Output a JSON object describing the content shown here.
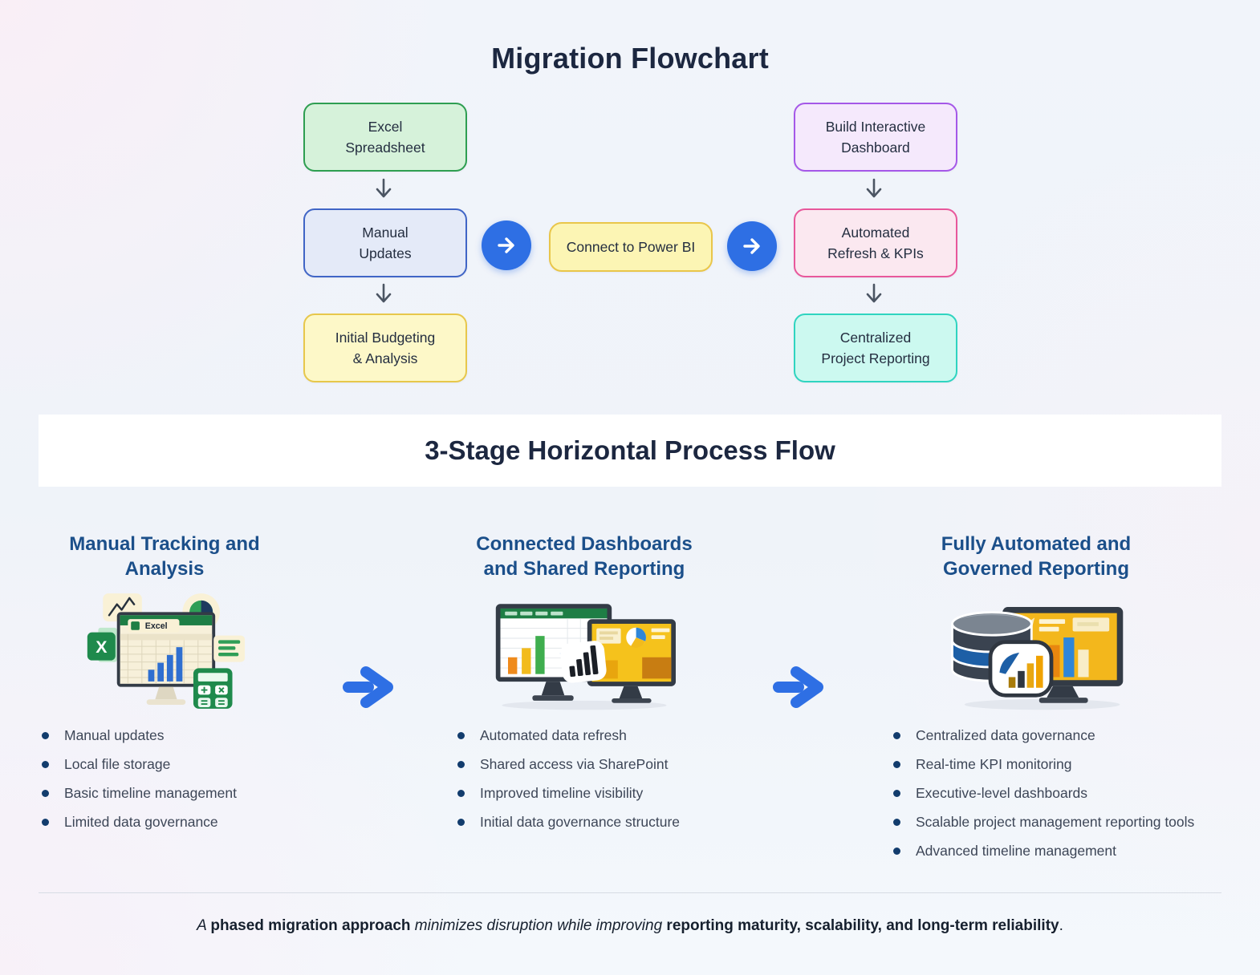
{
  "header": {
    "title": "Migration Flowchart"
  },
  "flowchart": {
    "nodes": {
      "excel": {
        "label": "Excel\nSpreadsheet",
        "fill": "#d6f2da",
        "border": "#2e9e51"
      },
      "manual": {
        "label": "Manual\nUpdates",
        "fill": "#e4eaf8",
        "border": "#4065c6"
      },
      "budgeting": {
        "label": "Initial Budgeting\n& Analysis",
        "fill": "#fdf8c8",
        "border": "#e7c74b"
      },
      "connect": {
        "label": "Connect to Power BI",
        "fill": "#fcf5b4",
        "border": "#e9c64a"
      },
      "dashboard": {
        "label": "Build Interactive\nDashboard",
        "fill": "#f5e9fc",
        "border": "#a558e8"
      },
      "refresh": {
        "label": "Automated\nRefresh & KPIs",
        "fill": "#fbe8f0",
        "border": "#e8579b"
      },
      "reporting": {
        "label": "Centralized\nProject Reporting",
        "fill": "#ccf9f0",
        "border": "#2fd4c0"
      }
    },
    "icons": {
      "down_arrow": "↓",
      "right_arrow": "→"
    },
    "arrow_circle_color": "#2e6fe4",
    "down_arrow_color": "#4b5563"
  },
  "section": {
    "title": "3-Stage Horizontal Process Flow"
  },
  "stages": [
    {
      "title": "Manual Tracking and\nAnalysis",
      "illustration": "excel-workstation",
      "excel_label": "Excel",
      "excel_logo_letter": "X",
      "bullets": [
        "Manual updates",
        "Local file storage",
        "Basic timeline management",
        "Limited data governance"
      ]
    },
    {
      "title": "Connected Dashboards\nand Shared Reporting",
      "illustration": "dual-monitors-power-bi",
      "bullets": [
        "Automated data refresh",
        "Shared access via SharePoint",
        "Improved timeline visibility",
        "Initial data governance structure"
      ]
    },
    {
      "title": "Fully Automated and\nGoverned Reporting",
      "illustration": "database-dashboard",
      "bullets": [
        "Centralized data governance",
        "Real-time KPI monitoring",
        "Executive-level dashboards",
        "Scalable project management reporting tools",
        "Advanced timeline management"
      ]
    }
  ],
  "footer": {
    "segment_italic_1": "A ",
    "segment_bold_1": "phased migration approach",
    "segment_italic_2": " minimizes disruption while improving ",
    "segment_bold_2": "reporting maturity, scalability, and long-term reliability",
    "segment_end": "."
  },
  "colors": {
    "stage_heading_blue": "#1b4f8a",
    "bullet_dot_navy": "#123c6d",
    "body_text": "#3d4657",
    "title_navy": "#1c2740",
    "accent_blue": "#2e6fe4"
  }
}
